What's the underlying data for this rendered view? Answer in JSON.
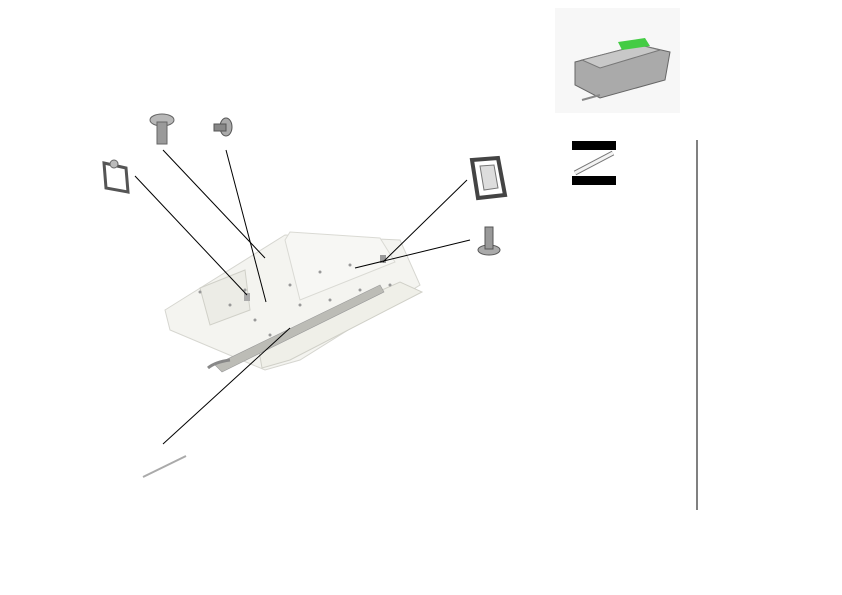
{
  "diagram": {
    "type": "exploded-parts-view",
    "colors": {
      "leader_line": "#000000",
      "part_body": "#f2f2ee",
      "part_edge": "#c8c8c0",
      "hardware": "#9a9a9a",
      "thumbnail_bg": "#f7f7f7",
      "thumbnail_body": "#a8a8a8",
      "thumbnail_accent": "#44cc44"
    },
    "parts": [
      "clip",
      "shoulder-screw",
      "small-screw",
      "bracket",
      "screw",
      "rod",
      "frame-assembly"
    ]
  }
}
